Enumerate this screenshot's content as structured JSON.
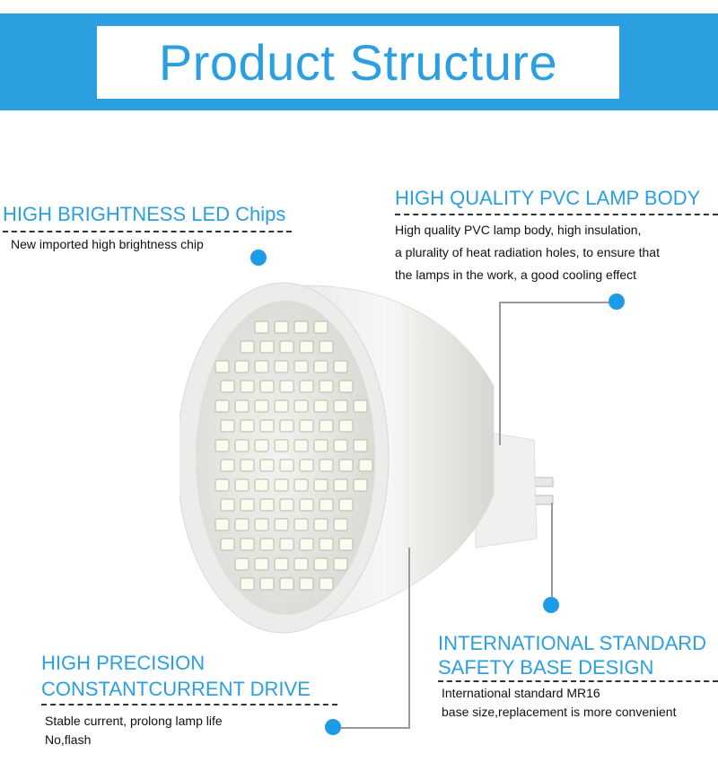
{
  "banner": {
    "title": "Product Structure"
  },
  "features": {
    "led_chips": {
      "title": "HIGH BRIGHTNESS LED Chips",
      "lines": [
        "New imported high brightness chip"
      ]
    },
    "lamp_body": {
      "title": "HIGH QUALITY PVC LAMP BODY",
      "lines": [
        "High quality PVC lamp body, high insulation,",
        "a plurality of heat radiation holes, to ensure that",
        "the lamps in the work, a good cooling effect"
      ]
    },
    "drive": {
      "title_line1": "HIGH PRECISION",
      "title_line2": "CONSTANTCURRENT DRIVE",
      "lines": [
        "Stable current, prolong lamp life",
        "No,flash"
      ]
    },
    "base": {
      "title_line1": "INTERNATIONAL STANDARD",
      "title_line2": "SAFETY BASE DESIGN",
      "lines": [
        "International standard MR16",
        "base size,replacement is more convenient"
      ]
    }
  },
  "colors": {
    "accent": "#2b9fe0",
    "dot": "#1e9be6",
    "text": "#111111"
  }
}
